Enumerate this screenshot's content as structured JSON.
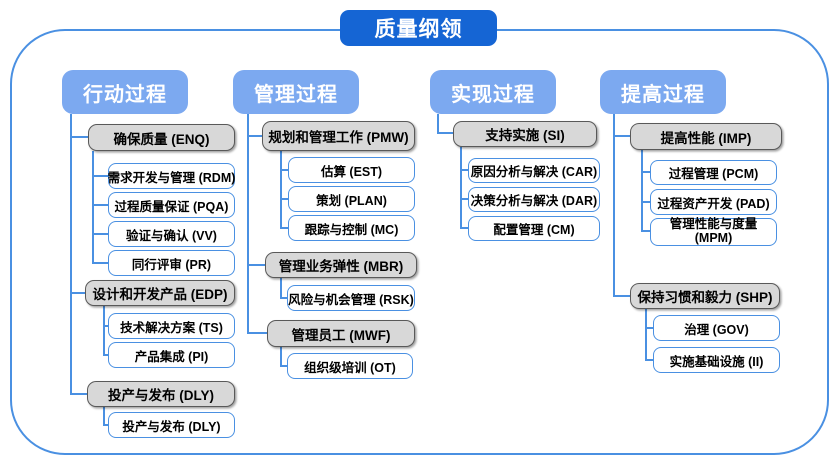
{
  "title": "质量纲领",
  "colors": {
    "title_bg": "#1565d4",
    "header_bg": "#7ca9f0",
    "group_bg": "#d8d8d8",
    "group_border": "#595959",
    "leaf_border": "#4a90e2",
    "connector_line": "#4a90e2",
    "frame_border": "#4a90e2"
  },
  "columns": [
    {
      "header": "行动过程",
      "groups": [
        {
          "label": "确保质量 (ENQ)",
          "children": [
            "需求开发与管理 (RDM)",
            "过程质量保证 (PQA)",
            "验证与确认 (VV)",
            "同行评审 (PR)"
          ]
        },
        {
          "label": "设计和开发产品 (EDP)",
          "children": [
            "技术解决方案 (TS)",
            "产品集成 (PI)"
          ]
        },
        {
          "label": "投产与发布 (DLY)",
          "children": [
            "投产与发布 (DLY)"
          ]
        }
      ]
    },
    {
      "header": "管理过程",
      "groups": [
        {
          "label": "规划和管理工作 (PMW)",
          "children": [
            "估算 (EST)",
            "策划 (PLAN)",
            "跟踪与控制 (MC)"
          ]
        },
        {
          "label": "管理业务弹性 (MBR)",
          "children": [
            "风险与机会管理 (RSK)"
          ]
        },
        {
          "label": "管理员工 (MWF)",
          "children": [
            "组织级培训 (OT)"
          ]
        }
      ]
    },
    {
      "header": "实现过程",
      "groups": [
        {
          "label": "支持实施 (SI)",
          "children": [
            "原因分析与解决 (CAR)",
            "决策分析与解决 (DAR)",
            "配置管理 (CM)"
          ]
        }
      ]
    },
    {
      "header": "提高过程",
      "groups": [
        {
          "label": "提高性能 (IMP)",
          "children": [
            "过程管理 (PCM)",
            "过程资产开发 (PAD)",
            "管理性能与度量 (MPM)"
          ]
        },
        {
          "label": "保持习惯和毅力 (SHP)",
          "children": [
            "治理 (GOV)",
            "实施基础设施 (II)"
          ]
        }
      ]
    }
  ]
}
